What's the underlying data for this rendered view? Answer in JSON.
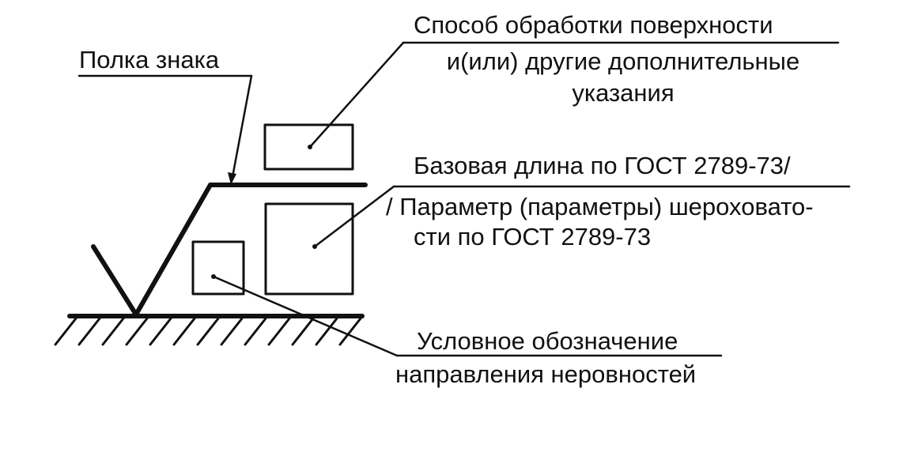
{
  "diagram": {
    "labels": {
      "polka": "Полка знака",
      "sposob_1": "Способ обработки поверхности",
      "sposob_2": "и(или) другие дополнительные",
      "sposob_3": "указания",
      "baza_1": "Базовая длина по ГОСТ 2789-73/",
      "baza_2": "/ Параметр (параметры) шероховато-",
      "baza_3": "сти по ГОСТ 2789-73",
      "uslov_1": "Условное обозначение",
      "uslov_2": "направления неровностей"
    },
    "colors": {
      "ink": "#111111",
      "background": "#ffffff"
    }
  }
}
